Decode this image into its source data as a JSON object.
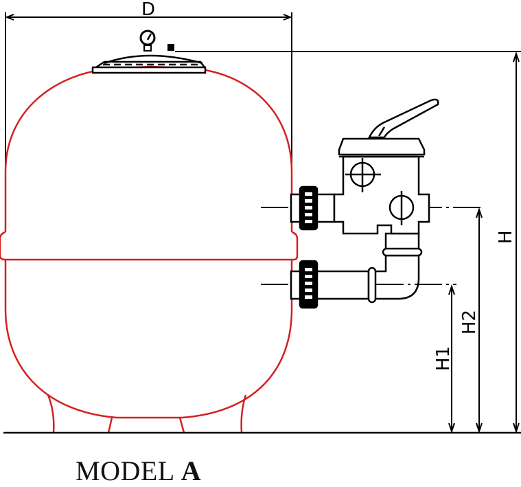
{
  "diagram": {
    "title": "Side-mount sand filter dimension drawing",
    "caption": {
      "model_prefix": "MODEL",
      "model_letter": "A"
    },
    "dimensions": {
      "diameter_label": "D",
      "height_label": "H",
      "h1_label": "H1",
      "h2_label": "H2"
    },
    "components": [
      "pressure-gauge",
      "air-release-valve",
      "tank-lid",
      "tank-body",
      "tank-center-band",
      "tank-feet",
      "multiport-valve",
      "valve-handle",
      "upper-union-connector",
      "lower-union-connector",
      "elbow-pipe"
    ],
    "colors": {
      "tank_outline": "#d42020",
      "line": "#000000",
      "background": "#ffffff"
    }
  }
}
